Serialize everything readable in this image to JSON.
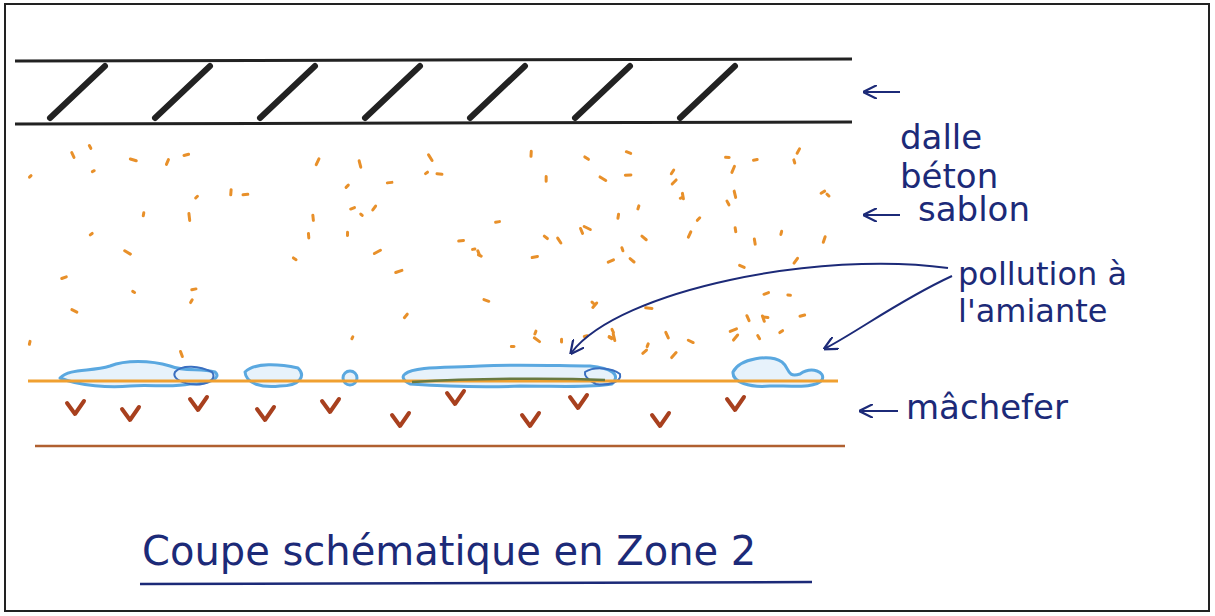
{
  "diagram": {
    "caption": "Coupe schématique en Zone 2",
    "labels": [
      "dalle béton",
      "sablon",
      "pollution à l'amiante",
      "mâchefer"
    ]
  }
}
